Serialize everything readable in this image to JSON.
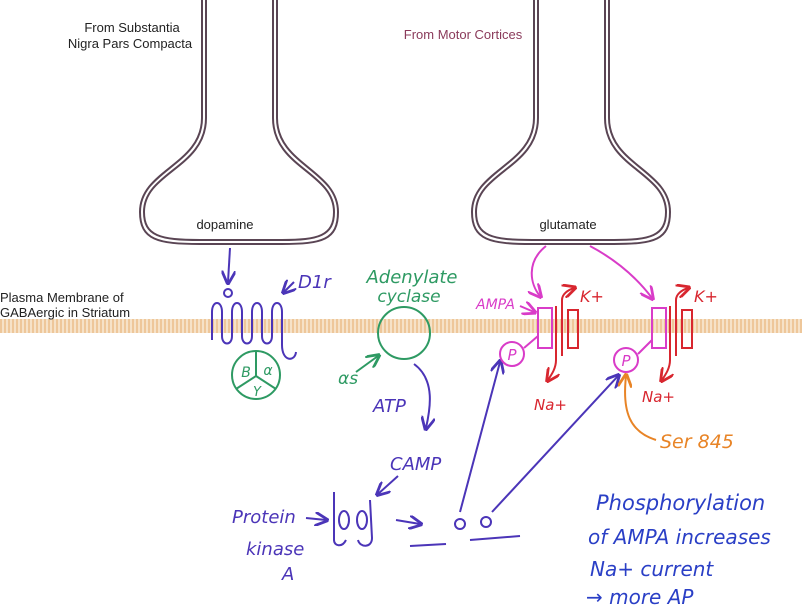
{
  "labels": {
    "source_left": [
      "From Substantia",
      "Nigra Pars Compacta"
    ],
    "source_right": "From Motor Cortices",
    "membrane": [
      "Plasma Membrane of",
      "GABAergic in Striatum"
    ],
    "neurotransmitter_left": "dopamine",
    "neurotransmitter_right": "glutamate"
  },
  "annotations": {
    "receptor": "D1r",
    "enzyme": [
      "Adenylate",
      "cyclase"
    ],
    "g_beta": "B",
    "g_alpha": "α",
    "g_gamma": "Y",
    "alpha_s": "αs",
    "atp": "ATP",
    "camp": "CAMP",
    "pka": [
      "Protein",
      "kinase",
      "A"
    ],
    "ampa": "AMPA",
    "potassium": "K+",
    "sodium": "Na+",
    "phosphate": "P",
    "serine": "Ser 845",
    "note": [
      "Phosphorylation",
      "of AMPA increases",
      "Na+ current",
      "→ more AP"
    ]
  },
  "colors": {
    "membrane": "#f3d5b0",
    "terminal": "#5a4554",
    "receptor": "#4b35b8",
    "gprotein": "#2e9a63",
    "glutamate": "#d93cc8",
    "channel_ion": "#d8262f",
    "serine": "#e88426",
    "note": "#2a3fc6",
    "text": "#222222",
    "motor_label": "#8a3a5a"
  }
}
